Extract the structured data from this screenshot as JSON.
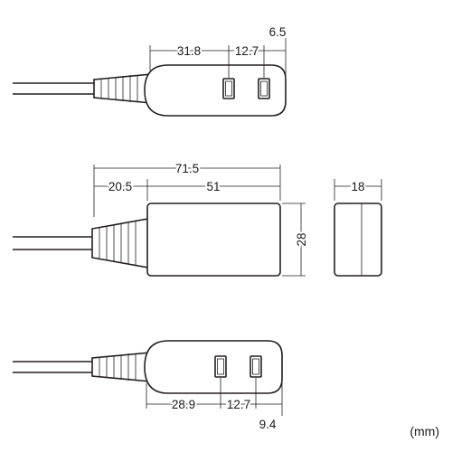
{
  "dimensions": {
    "top_view": {
      "d1": "31.8",
      "d2": "12.7",
      "d3": "6.5"
    },
    "side_view": {
      "total_length": "71.5",
      "cable_part": "20.5",
      "body_length": "51",
      "height": "28"
    },
    "end_view": {
      "width": "18"
    },
    "bottom_view": {
      "d1": "28.9",
      "d2": "12.7",
      "d3": "9.4"
    }
  },
  "unit_label": "(mm)",
  "colors": {
    "line": "#231f20",
    "background": "#ffffff"
  }
}
